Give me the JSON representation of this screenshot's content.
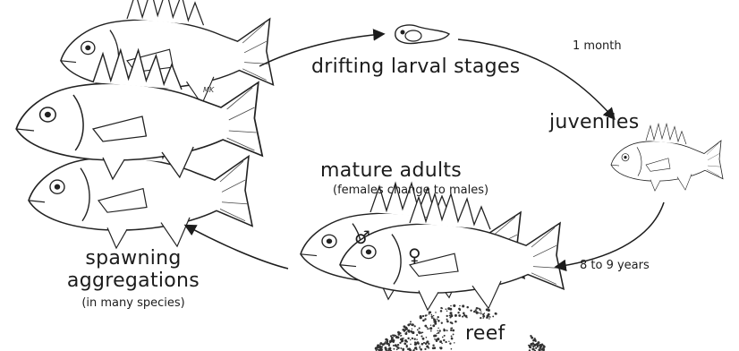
{
  "labels": {
    "drifting": "drifting larval stages",
    "one_month": "1 month",
    "juveniles": "juveniles",
    "mature": "mature adults",
    "females_change": "(females change to males)",
    "eight_nine": "8 to 9 years",
    "spawning_line1": "spawning",
    "spawning_line2": "aggregations",
    "many_species": "(in many species)",
    "reef": "reef"
  },
  "signature": "MK",
  "symbols": {
    "male": "♂",
    "female": "♀"
  },
  "colors": {
    "ink": "#1c1c1c",
    "paper": "#ffffff"
  }
}
